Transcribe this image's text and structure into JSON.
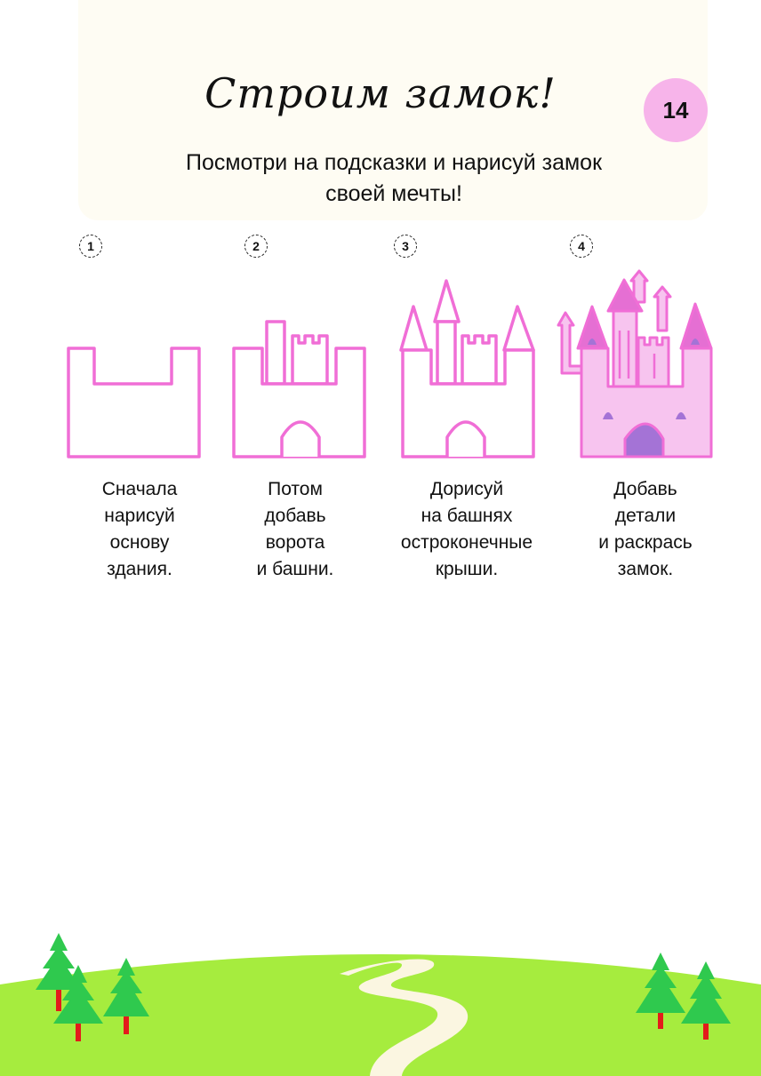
{
  "header": {
    "title": "Строим замок!",
    "page_number": "14",
    "subtitle_line1": "Посмотри на подсказки и нарисуй замок",
    "subtitle_line2": "своей мечты!"
  },
  "steps": [
    {
      "number": "1",
      "lines": [
        "Сначала",
        "нарисуй",
        "основу",
        "здания."
      ]
    },
    {
      "number": "2",
      "lines": [
        "Потом",
        "добавь",
        "ворота",
        "и башни."
      ]
    },
    {
      "number": "3",
      "lines": [
        "Дорисуй",
        "на башнях",
        "остроконечные",
        "крыши."
      ]
    },
    {
      "number": "4",
      "lines": [
        "Добавь",
        "детали",
        "и раскрась",
        "замок."
      ]
    }
  ],
  "colors": {
    "outline": "#f06ed6",
    "castle_fill": "#f7c4ef",
    "roof_fill": "#e56fd3",
    "window": "#a473d6",
    "grass": "#a6ec3e",
    "path": "#fbf6e1",
    "tree": "#2fc94e",
    "trunk": "#e31b1b"
  }
}
